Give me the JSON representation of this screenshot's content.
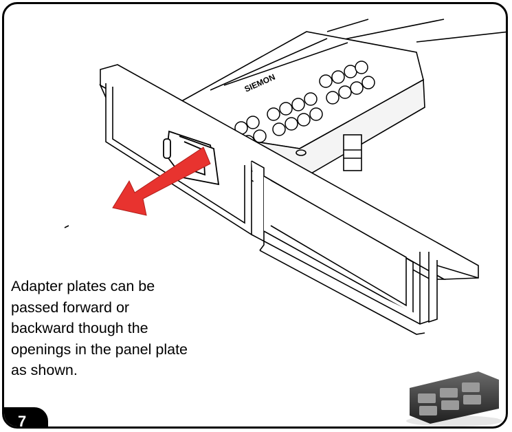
{
  "caption": {
    "lines": [
      "Adapter plates can be",
      "passed forward or",
      "backward though the",
      "openings in the panel plate",
      "as shown."
    ]
  },
  "step": {
    "number": "7"
  },
  "brand_marking": "SIEMON",
  "colors": {
    "arrow": "#e8332f",
    "outline": "#000000",
    "background": "#ffffff"
  }
}
